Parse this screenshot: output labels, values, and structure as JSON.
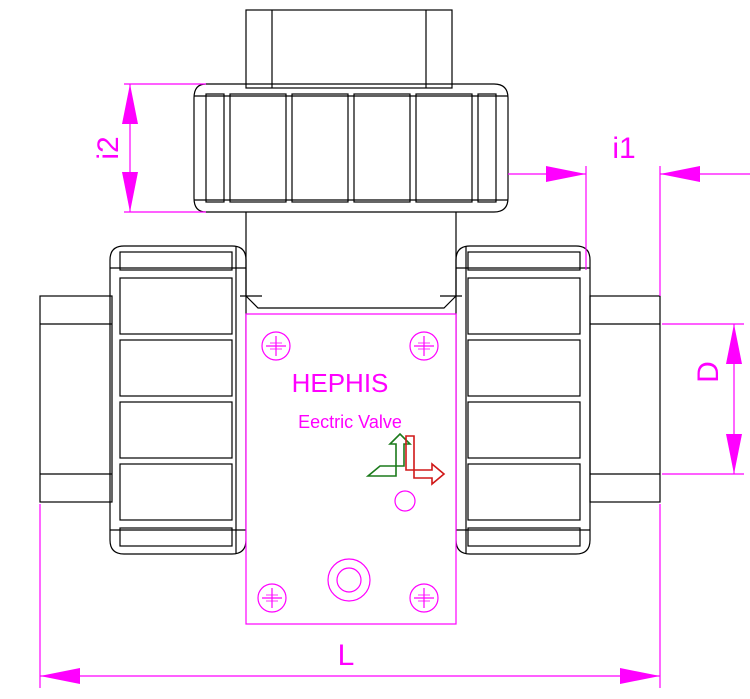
{
  "brand": {
    "name": "HEPHIS",
    "subtitle": "Eectric Valve"
  },
  "dimensions": {
    "length_label": "L",
    "diameter_label": "D",
    "i1_label": "i1",
    "i2_label": "i2"
  },
  "colors": {
    "outline": "#000000",
    "dimension": "#ff00ff",
    "logo_green": "#1b7a1b",
    "logo_red": "#d01818"
  }
}
